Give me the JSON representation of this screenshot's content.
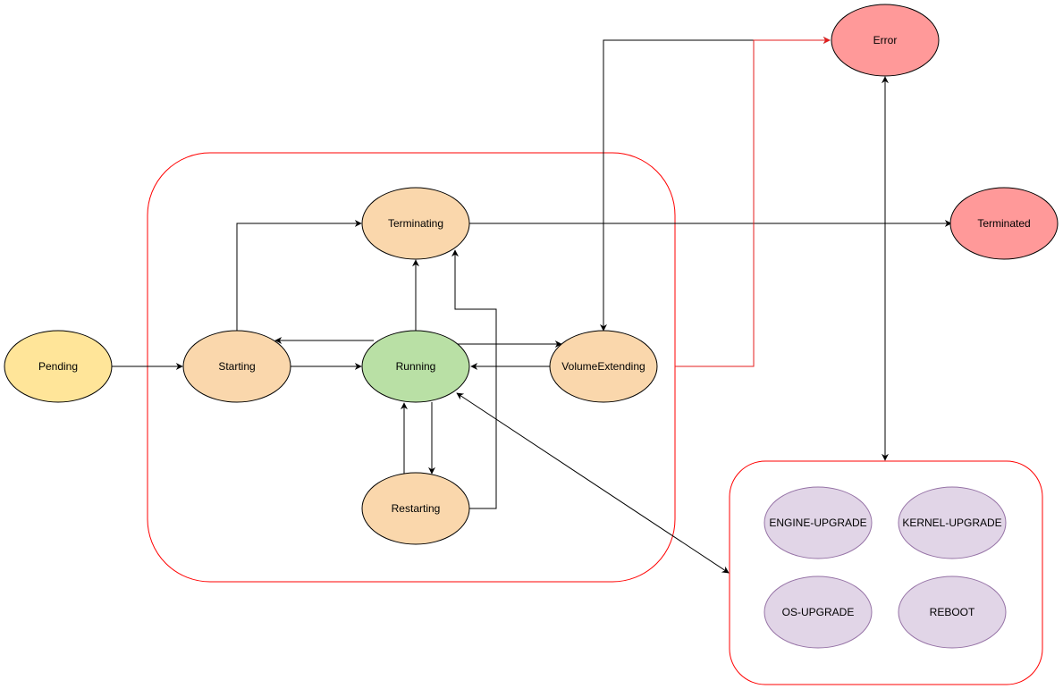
{
  "colors": {
    "pending": "#ffe599",
    "active": "#fad7ac",
    "running": "#b9e0a5",
    "error": "#ff9999",
    "maintenance": "#e1d5e7",
    "group_border": "#ff0000",
    "edge": "#000000"
  },
  "states": {
    "pending": "Pending",
    "starting": "Starting",
    "running": "Running",
    "terminating": "Terminating",
    "volume_extending": "VolumeExtending",
    "restarting": "Restarting",
    "error": "Error",
    "terminated": "Terminated",
    "engine_upgrade": "ENGINE-UPGRADE",
    "kernel_upgrade": "KERNEL-UPGRADE",
    "os_upgrade": "OS-UPGRADE",
    "reboot": "REBOOT"
  }
}
